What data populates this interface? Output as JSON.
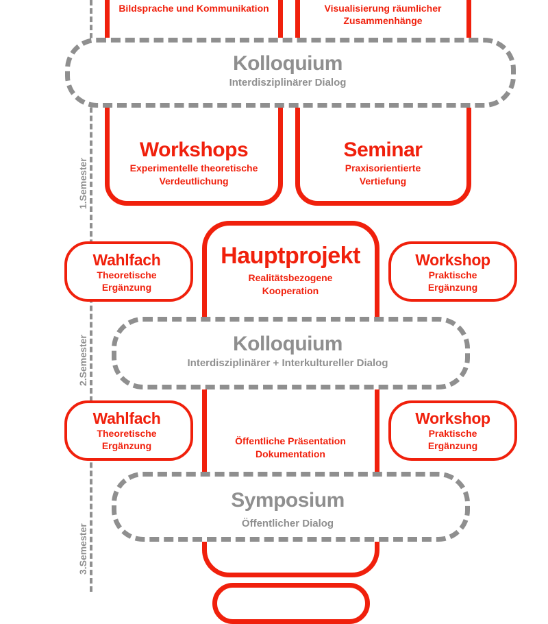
{
  "top_left": {
    "text": "Bildsprache und Kommunikation"
  },
  "top_right": {
    "line1": "Visualisierung räumlicher",
    "line2": "Zusammenhänge"
  },
  "kolloquium_1": {
    "title": "Kolloquium",
    "subtitle": "Interdisziplinärer Dialog"
  },
  "workshops": {
    "title": "Workshops",
    "line1": "Experimentelle theoretische",
    "line2": "Verdeutlichung"
  },
  "seminar": {
    "title": "Seminar",
    "line1": "Praxisorientierte",
    "line2": "Vertiefung"
  },
  "hauptprojekt": {
    "title": "Hauptprojekt",
    "line1": "Realitätsbezogene",
    "line2": "Kooperation"
  },
  "wahlfach_1": {
    "title": "Wahlfach",
    "line1": "Theoretische",
    "line2": "Ergänzung"
  },
  "workshop_1": {
    "title": "Workshop",
    "line1": "Praktische",
    "line2": "Ergänzung"
  },
  "kolloquium_2": {
    "title": "Kolloquium",
    "subtitle": "Interdisziplinärer + Interkultureller Dialog"
  },
  "wahlfach_2": {
    "title": "Wahlfach",
    "line1": "Theoretische",
    "line2": "Ergänzung"
  },
  "workshop_2": {
    "title": "Workshop",
    "line1": "Praktische",
    "line2": "Ergänzung"
  },
  "praesentation": {
    "line1": "Öffentliche Präsentation",
    "line2": "Dokumentation"
  },
  "symposium": {
    "title": "Symposium",
    "subtitle": "Öffentlicher Dialog"
  },
  "semesters": [
    "1.Semester",
    "2.Semester",
    "3.Semester"
  ],
  "colors": {
    "accent": "#f0200c",
    "neutral": "#8f8f8f"
  }
}
